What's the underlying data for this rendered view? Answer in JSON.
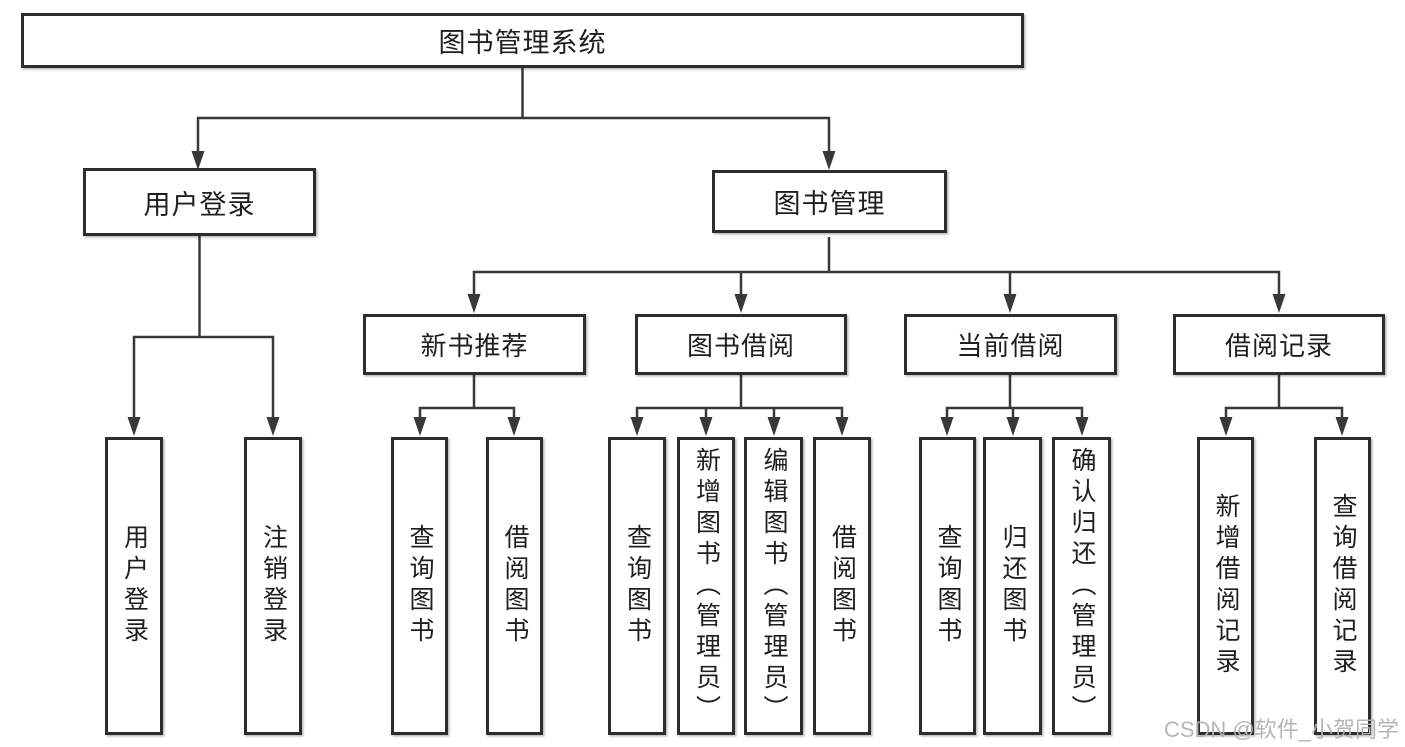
{
  "meta": {
    "background_color": "#ffffff",
    "line_color": "#383838",
    "border_color": "#2d2d2d",
    "text_color": "#1f1f1f",
    "watermark_color": "#b3b3b3"
  },
  "watermark": "CSDN @软件_小贺同学",
  "tree": {
    "root": "图书管理系统",
    "branches": [
      {
        "label": "用户登录",
        "children": [
          "用户登录",
          "注销登录"
        ]
      },
      {
        "label": "图书管理",
        "groups": [
          {
            "label": "新书推荐",
            "children": [
              "查询图书",
              "借阅图书"
            ]
          },
          {
            "label": "图书借阅",
            "children": [
              "查询图书",
              "新增图书（管理员）",
              "编辑图书（管理员）",
              "借阅图书"
            ]
          },
          {
            "label": "当前借阅",
            "children": [
              "查询图书",
              "归还图书",
              "确认归还（管理员）"
            ]
          },
          {
            "label": "借阅记录",
            "children": [
              "新增借阅记录",
              "查询借阅记录"
            ]
          }
        ]
      }
    ]
  }
}
